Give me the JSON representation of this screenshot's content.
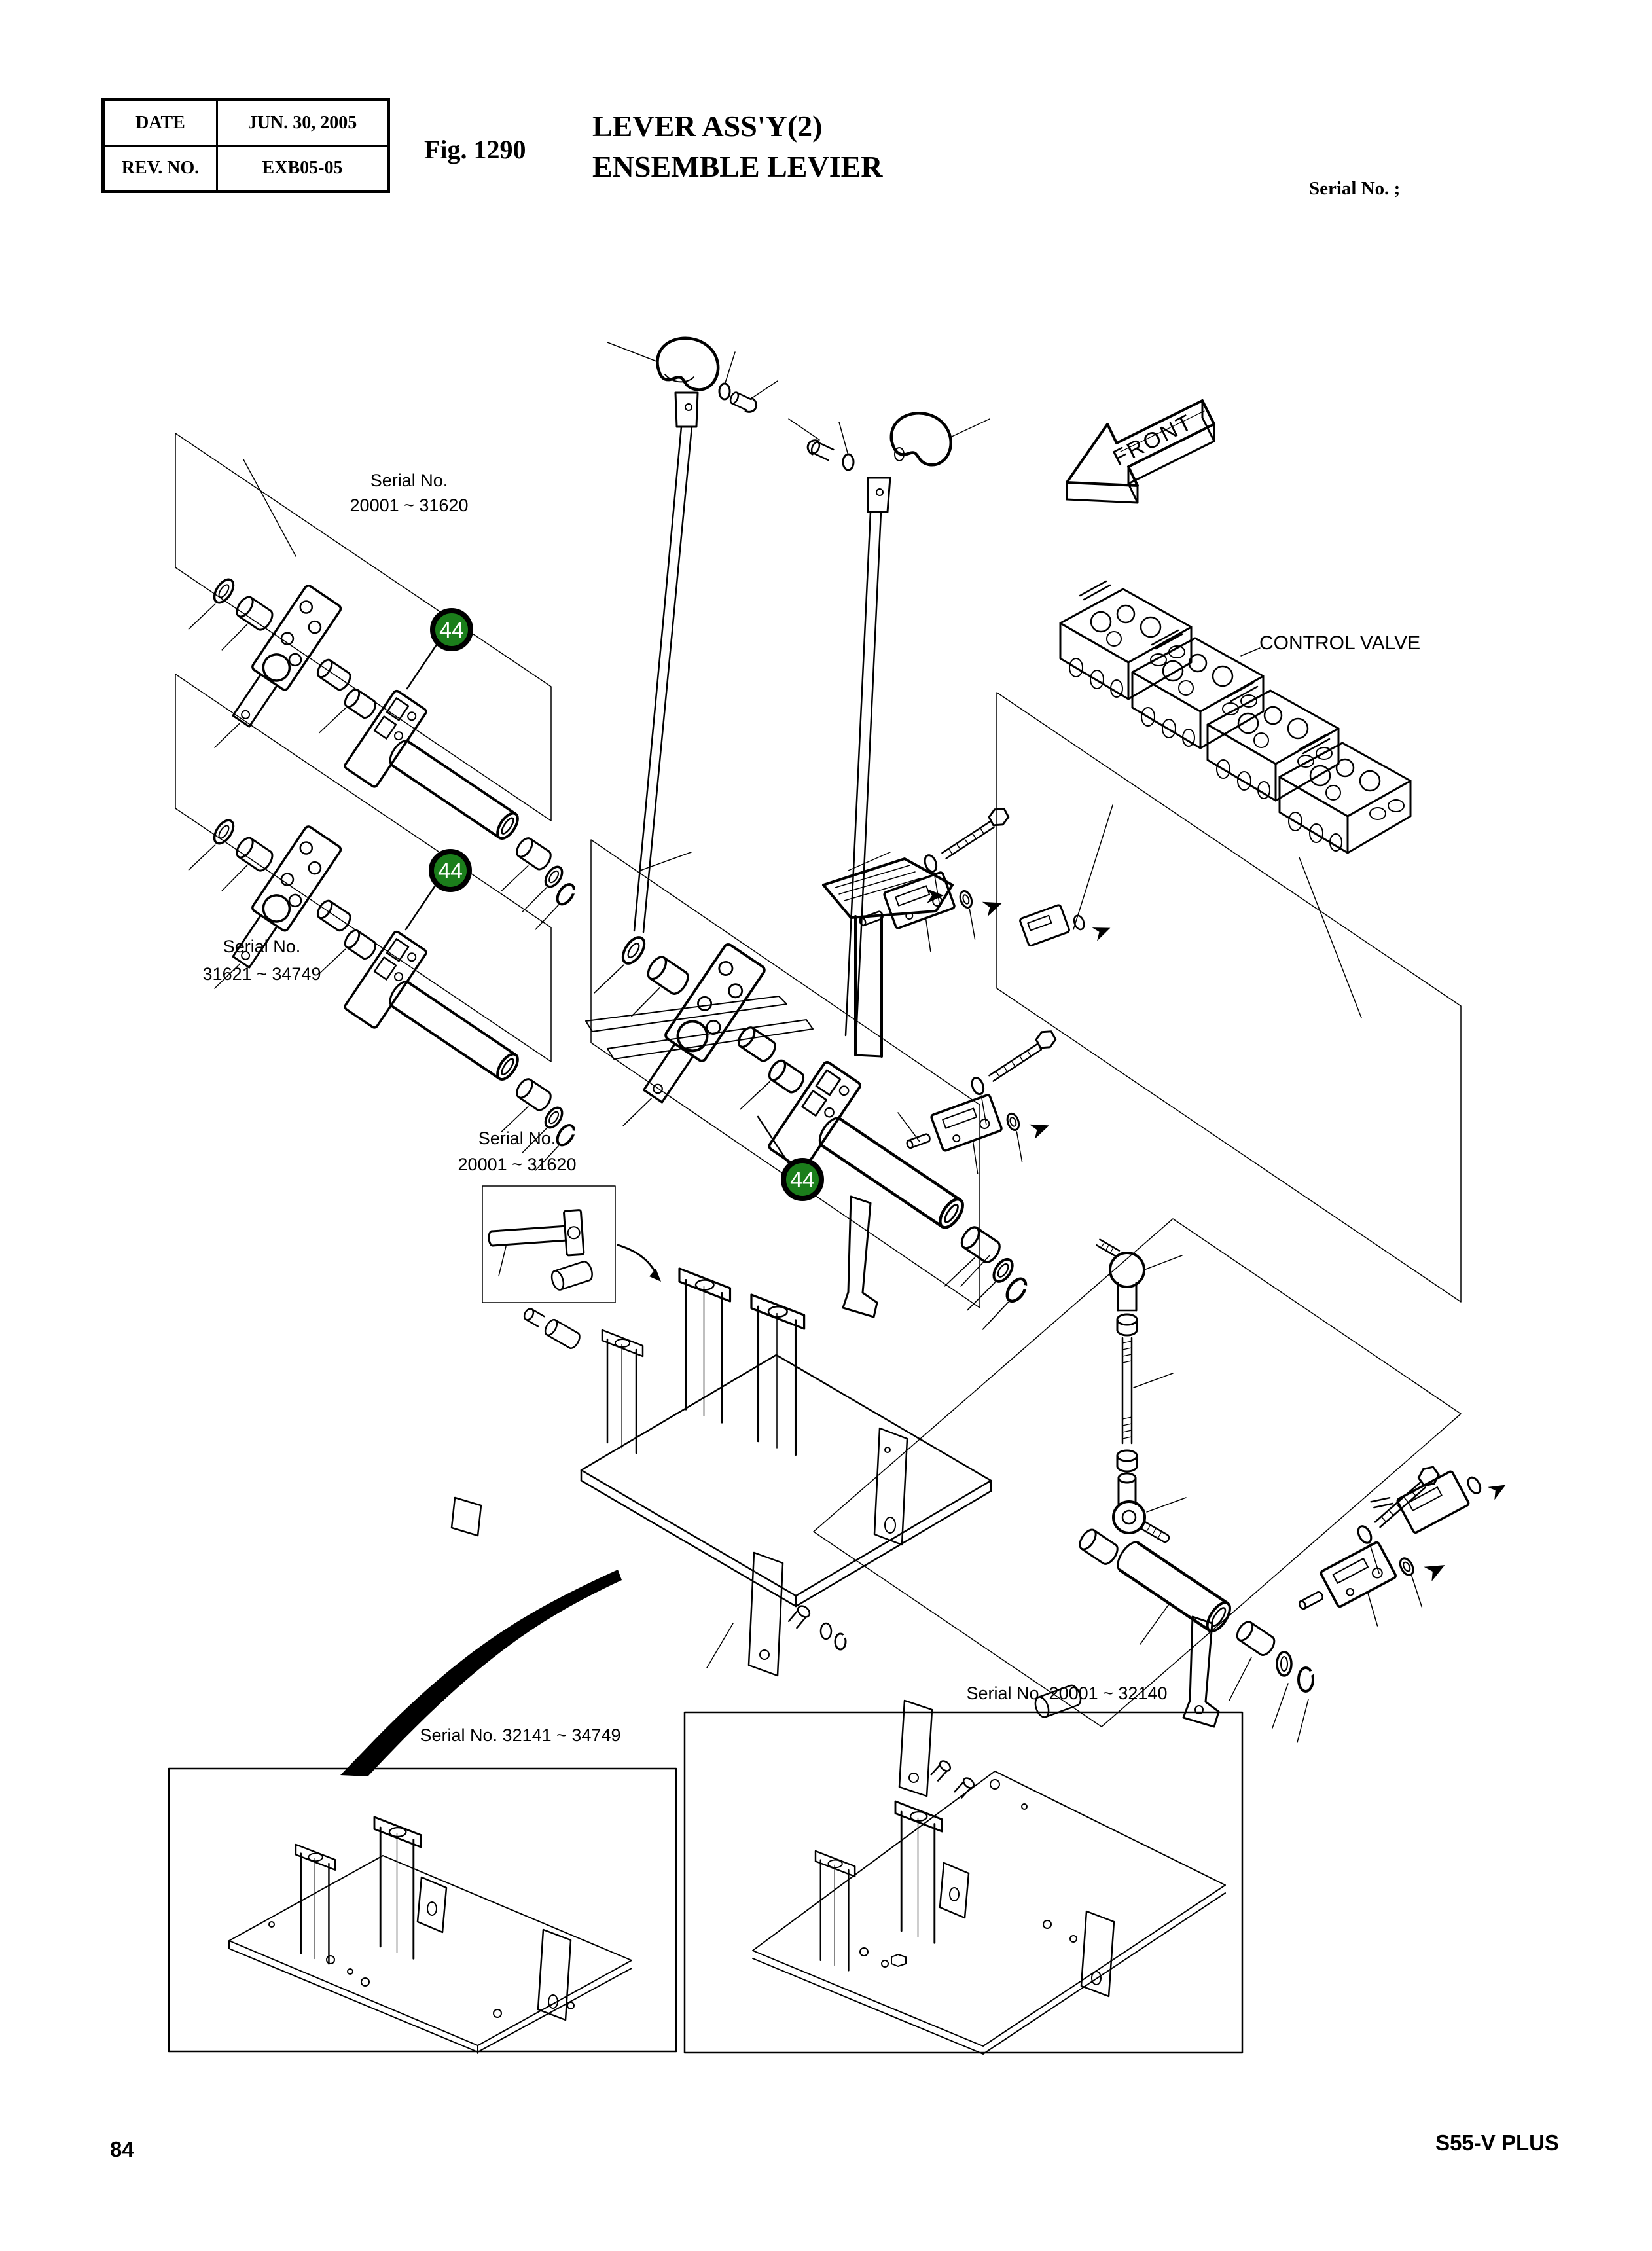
{
  "revision_table": {
    "date_label": "DATE",
    "date_value": "JUN. 30, 2005",
    "rev_label": "REV. NO.",
    "rev_value": "EXB05-05"
  },
  "header": {
    "fig_label": "Fig. 1290",
    "title_en": "LEVER ASS'Y(2)",
    "title_fr": "ENSEMBLE LEVIER",
    "serial_note": "Serial No. ;"
  },
  "diagram": {
    "serial_box_top": {
      "line1": "Serial No.",
      "line2": "20001 ~ 31620"
    },
    "serial_box_bottom": {
      "line1": "Serial No.",
      "line2": "31621 ~ 34749"
    },
    "serial_box_mid": {
      "line1": "Serial No.",
      "line2": "20001 ~ 31620"
    },
    "serial_plate_right": "Serial No. 20001 ~ 32140",
    "serial_plate_left": "Serial No. 32141 ~ 34749",
    "control_valve_label": "CONTROL VALVE",
    "front_label": "FRONT",
    "badge_number": "44",
    "colors": {
      "badge_green": "#1b7e1b",
      "line_black": "#000000",
      "page_bg": "#ffffff"
    }
  },
  "footer": {
    "page_number": "84",
    "model_name": "S55-V PLUS"
  }
}
